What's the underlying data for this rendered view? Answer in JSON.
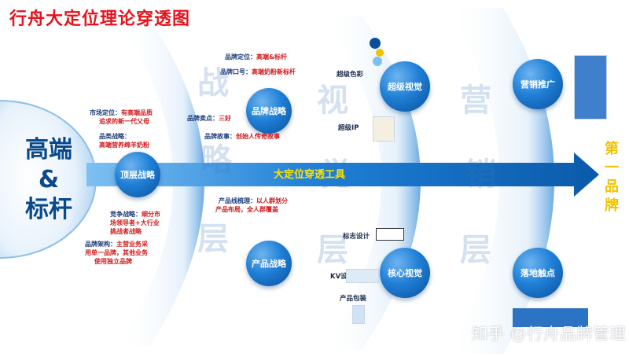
{
  "title": "行舟大定位理论穿透图",
  "left_core": {
    "line1": "高端",
    "line2": "&",
    "line3": "标杆"
  },
  "right_word": {
    "c1": "第",
    "c2": "一",
    "c3": "品",
    "c4": "牌"
  },
  "arrow_label": "大定位穿透工具",
  "layers": {
    "strategy": {
      "c1": "战",
      "c2": "略",
      "c3": "层"
    },
    "visual": {
      "c1": "视",
      "c2": "觉",
      "c3": "层"
    },
    "marketing": {
      "c1": "营",
      "c2": "销",
      "c3": "层"
    }
  },
  "nodes": {
    "top_strategy": "顶层战略",
    "brand_strategy": "品牌战略",
    "product_strategy": "产品战略",
    "super_visual": "超级视觉",
    "core_visual": "核心视觉",
    "marketing_promo": "营销推广",
    "landing_touch": "落地触点"
  },
  "labels": {
    "market_pos_k": "市场定位：",
    "market_pos_v1": "有高端品质",
    "market_pos_v2": "追求的新一代父母",
    "category_k": "品类战略：",
    "category_v": "高端营养绵羊奶粉",
    "compete_k": "竞争战略：",
    "compete_v1": "细分市",
    "compete_v2": "场领导者+大行业",
    "compete_v3": "挑战者战略",
    "arch_k": "品牌架构：",
    "arch_v1": "主营业务采",
    "arch_v2": "用单一品牌，其他业务",
    "arch_v3": "使用独立品牌",
    "brand_pos_k": "品牌定位：",
    "brand_pos_v": "高端&标杆",
    "slogan_k": "品牌口号：",
    "slogan_v": "高端奶粉新标杆",
    "selling_k": "品牌卖点：",
    "selling_v": "三好",
    "story_k": "品牌故事：",
    "story_v": "创始人传奇故事",
    "line_k": "产品线梳理：",
    "line_v1": "以人群划分",
    "line_v2": "产品布局，全人群覆盖",
    "super_color": "超级色彩",
    "super_ip": "超级IP",
    "logo_design": "标志设计",
    "kv_design": "KV设计",
    "packaging": "产品包装"
  },
  "watermark": "知乎 @行舟品牌管理",
  "colors": {
    "title_red": "#e4141e",
    "deep_blue": "#0a4a8c",
    "node_blue": "#1f7fd6",
    "label_red": "#d1181c",
    "arrow_yellow": "#ffe100",
    "right_gold": "#f2c200"
  }
}
